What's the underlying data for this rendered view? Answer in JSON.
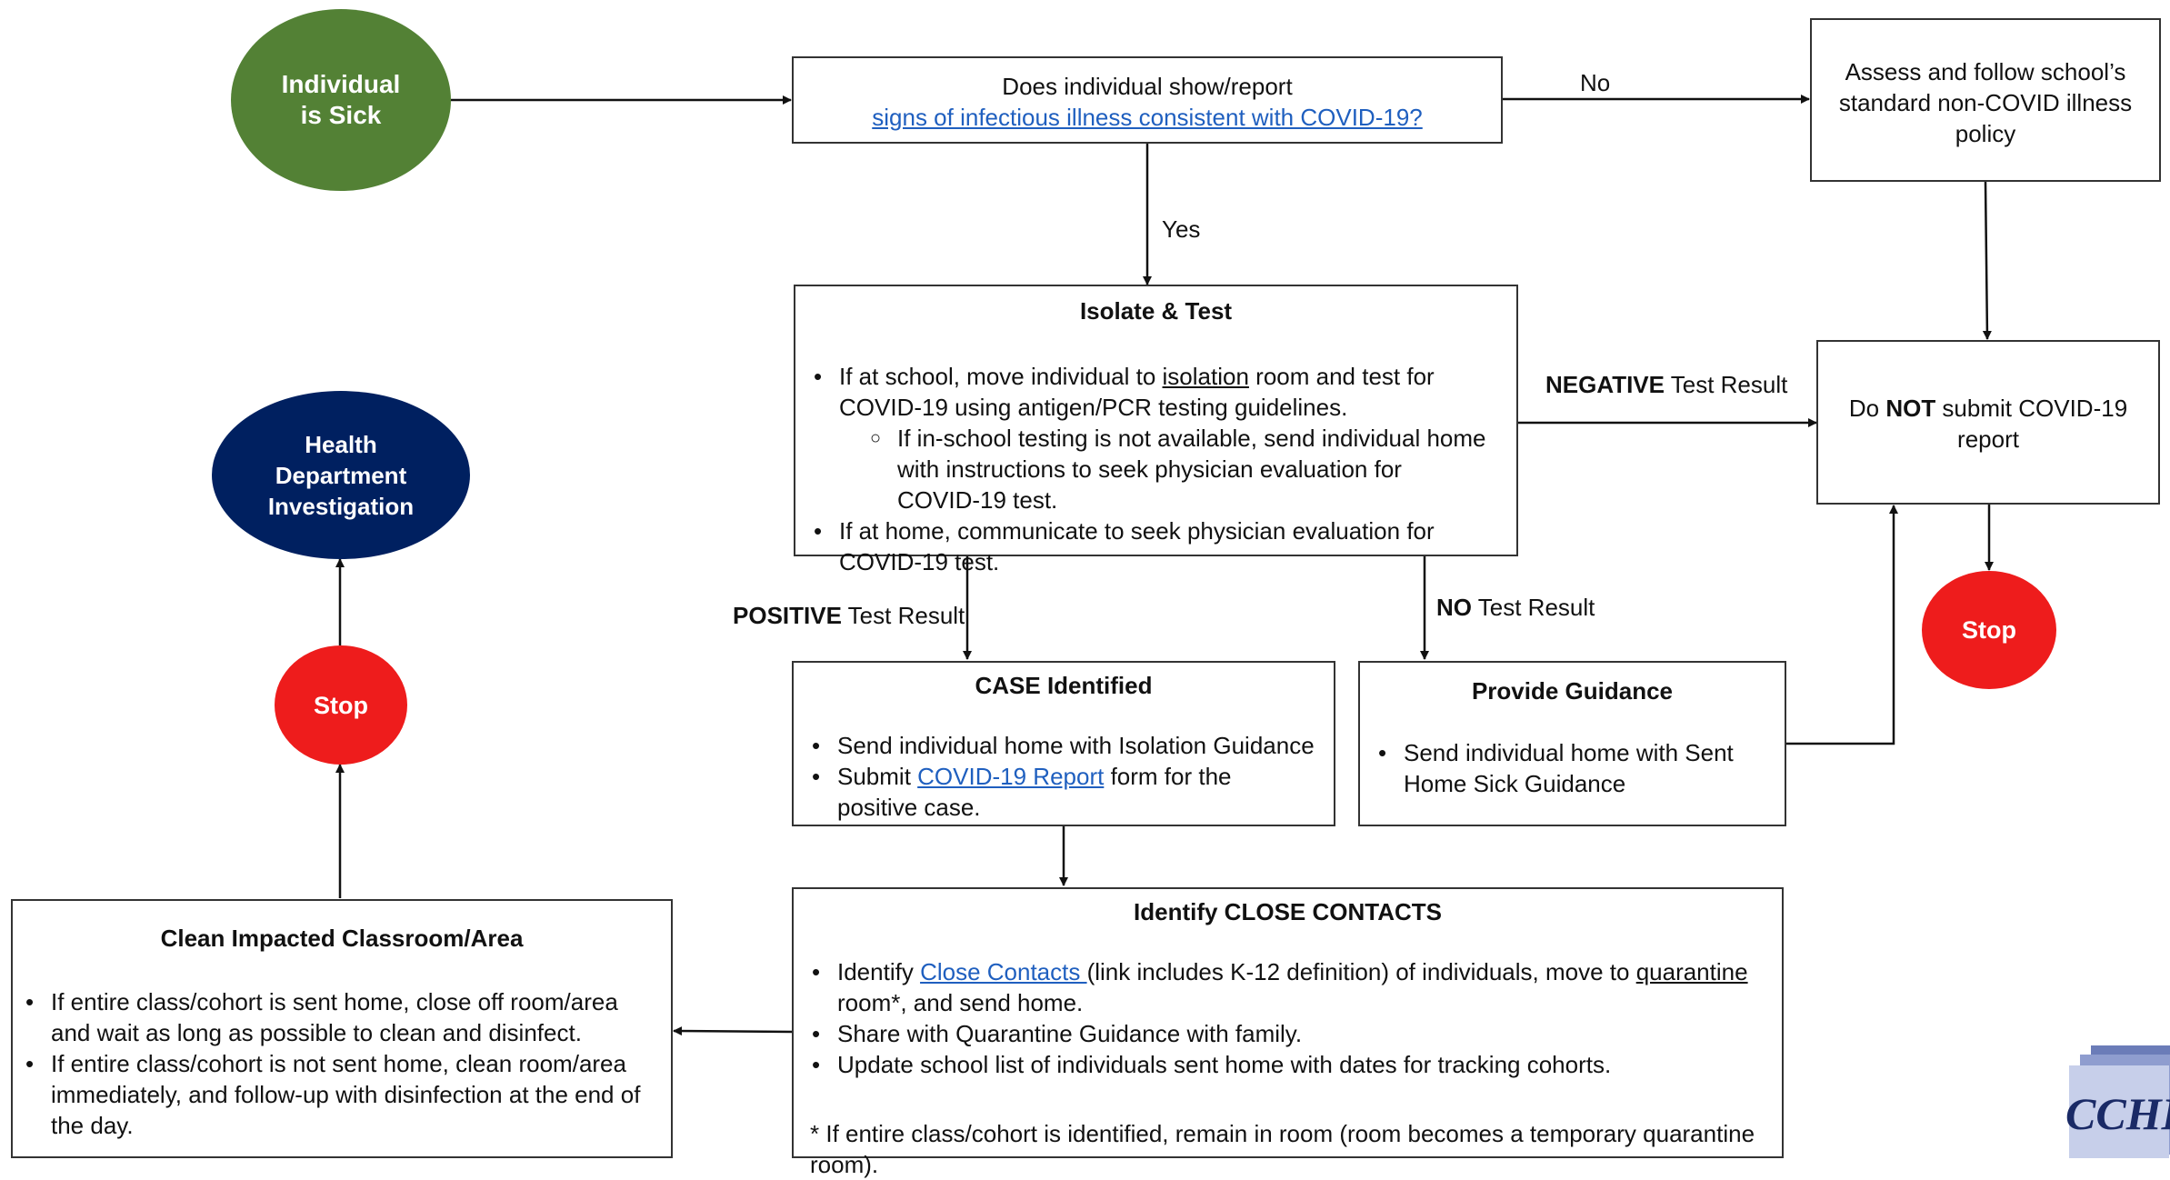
{
  "colors": {
    "sick": "#538135",
    "health": "#002060",
    "stop": "#ee1c1c",
    "link": "#1f5fbf"
  },
  "nodes": {
    "individual_sick": {
      "line1": "Individual",
      "line2": "is Sick"
    },
    "health_dept": {
      "line1": "Health",
      "line2": "Department",
      "line3": "Investigation"
    },
    "stop_left": "Stop",
    "stop_right": "Stop",
    "question": {
      "line1": "Does individual show/report",
      "link": "signs of infectious illness consistent with COVID-19?"
    },
    "assess": "Assess and follow school’s standard non-COVID illness policy",
    "do_not_submit": {
      "pre": "Do ",
      "bold": "NOT",
      "post": " submit COVID-19 report"
    },
    "isolate": {
      "title": "Isolate & Test",
      "b1_pre": "If at school, move individual to ",
      "b1_link": "isolation",
      "b1_post": " room and test for COVID-19 using antigen/PCR testing guidelines.",
      "sub1": "If in-school testing is not available, send individual home with instructions to seek physician evaluation for COVID-19 test.",
      "b2": "If at home, communicate to seek physician evaluation for COVID-19 test."
    },
    "case": {
      "title": "CASE Identified",
      "b1": "Send individual home with Isolation Guidance",
      "b2_pre": "Submit ",
      "b2_link": "COVID-19 Report",
      "b2_post": " form for the positive case."
    },
    "guidance": {
      "title": "Provide Guidance",
      "b1": "Send individual home with Sent Home Sick Guidance"
    },
    "close": {
      "title": "Identify CLOSE CONTACTS",
      "b1_pre": "Identify ",
      "b1_link": "Close Contacts ",
      "b1_mid": "(link includes K-12 definition) of individuals, move to ",
      "b1_ul": "quarantine",
      "b1_post": " room*, and send home.",
      "b2": "Share with Quarantine Guidance with family.",
      "b3": "Update school list of individuals sent home with dates for tracking cohorts.",
      "note": "* If entire class/cohort is identified, remain in room (room becomes a temporary quarantine room)."
    },
    "clean": {
      "title": "Clean Impacted Classroom/Area",
      "b1": "If entire class/cohort is sent home, close off room/area and wait as long as possible to clean and disinfect.",
      "b2": "If entire class/cohort is not sent home, clean room/area immediately, and follow-up with disinfection at the end of the day."
    }
  },
  "edge_labels": {
    "no": "No",
    "yes": "Yes",
    "negative_bold": "NEGATIVE",
    "negative_rest": " Test Result",
    "positive_bold": "POSITIVE",
    "positive_rest": " Test Result",
    "notest_bold": "NO",
    "notest_rest": " Test Result"
  },
  "logo": "CCHI"
}
